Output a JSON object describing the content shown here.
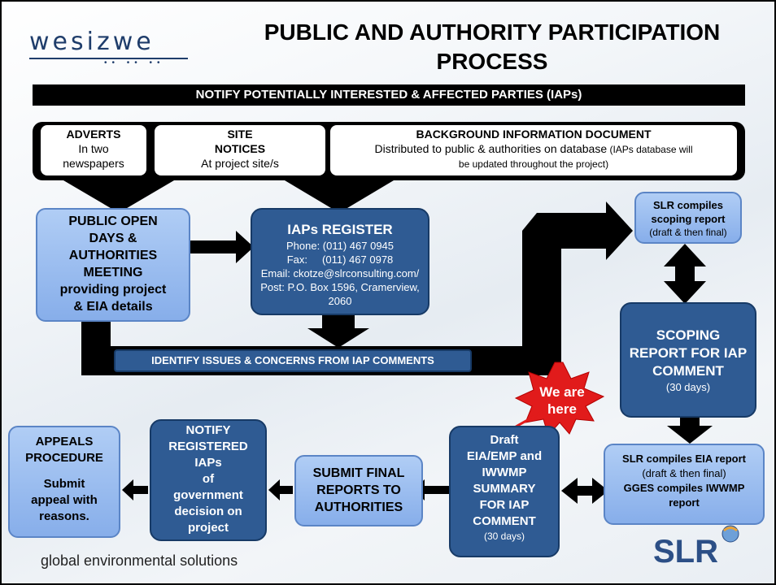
{
  "logo": {
    "word": "wesizwe",
    "dots": "•• •• ••"
  },
  "title": {
    "line1": "PUBLIC AND AUTHORITY PARTICIPATION",
    "line2": "PROCESS"
  },
  "banner": "NOTIFY POTENTIALLY INTERESTED & AFFECTED PARTIES (IAPs)",
  "notify": {
    "adverts": {
      "title": "ADVERTS",
      "line1": "In two",
      "line2": "newspapers"
    },
    "site": {
      "line1": "SITE",
      "line2": "NOTICES",
      "line3": "At project site/s"
    },
    "bid": {
      "title": "BACKGROUND INFORMATION DOCUMENT",
      "line1": "Distributed to public & authorities on database",
      "note1": " (IAPs database will",
      "line2": "be updated throughout the project)"
    }
  },
  "public_open_days": [
    "PUBLIC OPEN",
    "DAYS &",
    "AUTHORITIES",
    "MEETING",
    "providing project",
    "& EIA details"
  ],
  "register": {
    "title": "IAPs REGISTER",
    "phone": "Phone: (011) 467 0945",
    "fax": "Fax:     (011) 467 0978",
    "email": "Email: ckotze@slrconsulting.com/",
    "post": "Post: P.O. Box 1596, Cramerview, 2060"
  },
  "issues": "IDENTIFY ISSUES & CONCERNS FROM  IAP COMMENTS",
  "scoping_compile": {
    "title1": "SLR compiles",
    "title2": "scoping report",
    "note": "(draft & then final)"
  },
  "scoping_comment": {
    "lines": [
      "SCOPING",
      "REPORT FOR IAP",
      "COMMENT"
    ],
    "days": "(30 days)"
  },
  "we_are_here": {
    "line1": "We are",
    "line2": "here"
  },
  "eia_compile": {
    "title": "SLR compiles EIA report",
    "note": "(draft & then final)",
    "gges1": "GGES compiles IWWMP",
    "gges2": "report"
  },
  "draft": {
    "lines": [
      "Draft",
      "EIA/EMP and",
      "IWWMP",
      "SUMMARY",
      "FOR IAP",
      "COMMENT"
    ],
    "days": "(30 days)"
  },
  "submit": [
    "SUBMIT FINAL",
    "REPORTS TO",
    "AUTHORITIES"
  ],
  "notify_reg": [
    "NOTIFY",
    "REGISTERED",
    "IAPs",
    "of",
    "government",
    "decision on",
    "project"
  ],
  "appeals": {
    "title1": "APPEALS",
    "title2": "PROCEDURE",
    "line1": "Submit",
    "line2": "appeal with",
    "line3": "reasons."
  },
  "tagline": "global environmental solutions",
  "slr_logo": "SLR",
  "colors": {
    "dark_box": "#2f5b93",
    "light_box": "#9bbef0",
    "star": "#e11b1b",
    "black": "#000000"
  }
}
